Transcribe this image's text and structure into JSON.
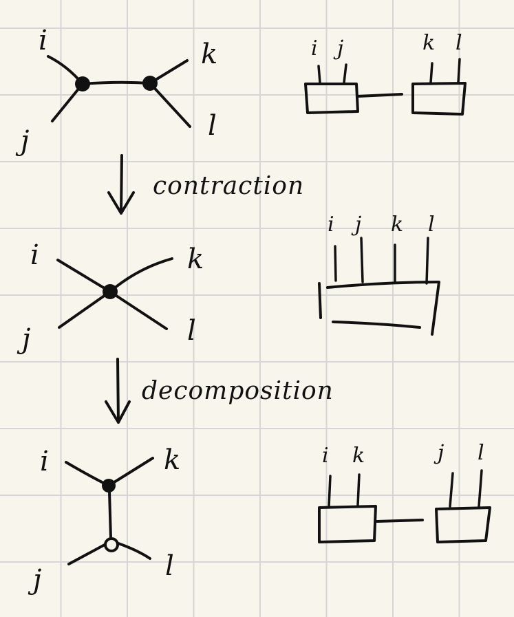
{
  "steps": {
    "first": "contraction",
    "second": "decomposition"
  },
  "labels": {
    "i": "i",
    "j": "j",
    "k": "k",
    "l": "l"
  },
  "colors": {
    "ink": "#111111",
    "paper": "#f7f5ec",
    "grid": "#d5d5d5"
  }
}
